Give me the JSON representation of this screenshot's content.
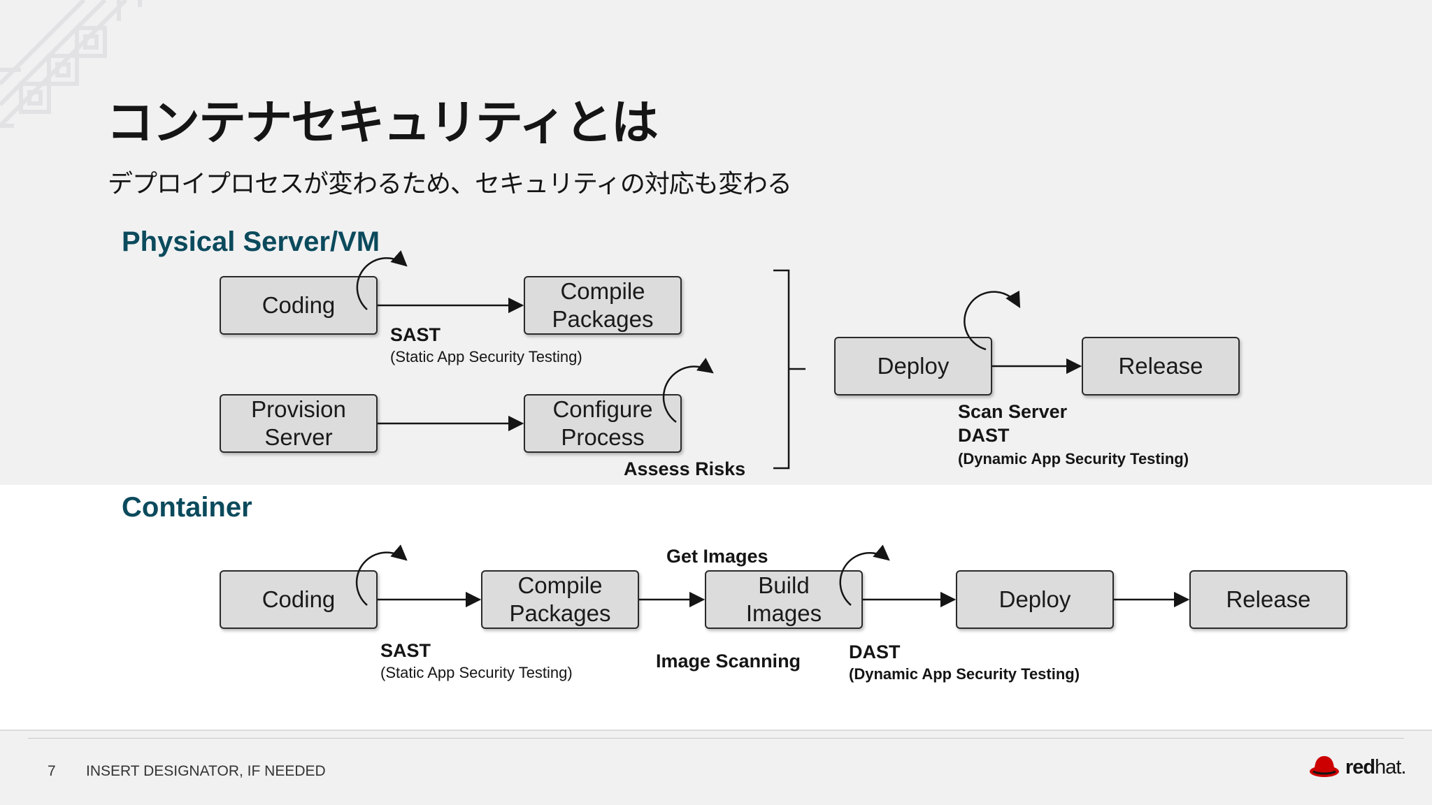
{
  "slide": {
    "title": "コンテナセキュリティとは",
    "subtitle": "デプロイプロセスが変わるため、セキュリティの対応も変わる",
    "page_number": "7",
    "designator": "INSERT DESIGNATOR, IF NEEDED",
    "logo": {
      "brand": "red",
      "suffix": "hat."
    }
  },
  "physical": {
    "heading": "Physical Server/VM",
    "boxes": {
      "coding": "Coding",
      "compile": "Compile\nPackages",
      "provision": "Provision\nServer",
      "configure": "Configure\nProcess",
      "deploy": "Deploy",
      "release": "Release"
    },
    "labels": {
      "sast": "SAST",
      "sast_full": "(Static App Security Testing)",
      "assess": "Assess Risks",
      "scan_server": "Scan Server",
      "dast": "DAST",
      "dast_full": "(Dynamic App Security Testing)"
    }
  },
  "container": {
    "heading": "Container",
    "boxes": {
      "coding": "Coding",
      "compile": "Compile\nPackages",
      "build": "Build\nImages",
      "deploy": "Deploy",
      "release": "Release"
    },
    "labels": {
      "get_images": "Get Images",
      "sast": "SAST",
      "sast_full": "(Static App Security Testing)",
      "image_scanning": "Image Scanning",
      "dast": "DAST",
      "dast_full": "(Dynamic App Security Testing)"
    }
  },
  "colors": {
    "heading": "#0b4a5c",
    "box_fill": "#dcdcdc",
    "band": "#f1f1f2",
    "logo_red": "#cc0000"
  }
}
